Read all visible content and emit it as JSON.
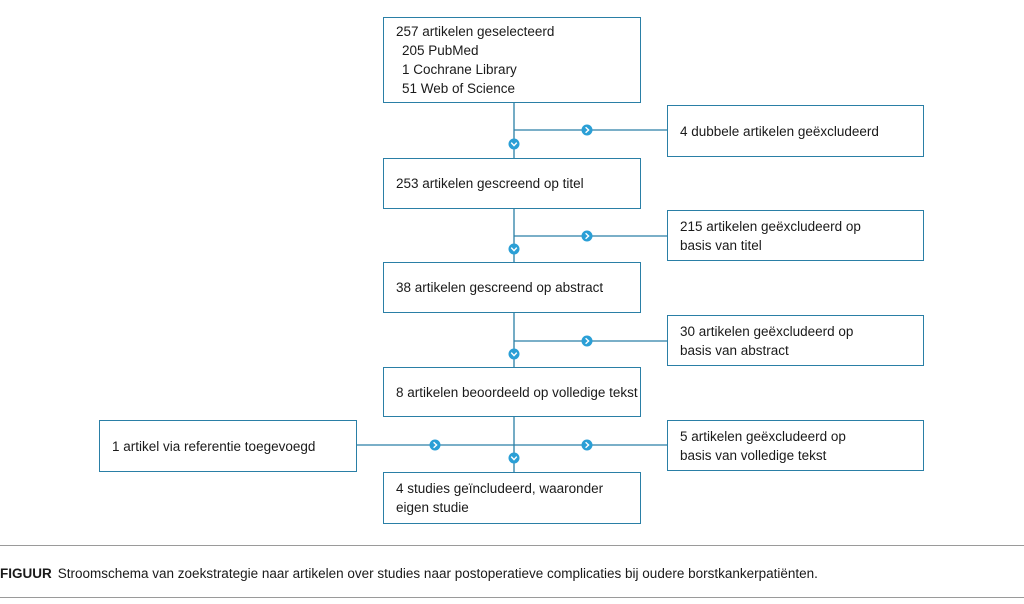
{
  "flowchart": {
    "boxes": {
      "selected": {
        "title": "257 artikelen geselecteerd",
        "sources": [
          "205 PubMed",
          "1 Cochrane Library",
          "51 Web of Science"
        ]
      },
      "duplicates": {
        "lines": [
          "4 dubbele artikelen geëxcludeerd"
        ]
      },
      "title_screen": {
        "lines": [
          "253 artikelen gescreend op titel"
        ]
      },
      "title_excluded": {
        "lines": [
          "215 artikelen geëxcludeerd op",
          "basis van titel"
        ]
      },
      "abstract_screen": {
        "lines": [
          "38 artikelen gescreend op abstract"
        ]
      },
      "abstract_excluded": {
        "lines": [
          "30 artikelen geëxcludeerd op",
          "basis van abstract"
        ]
      },
      "fulltext": {
        "lines": [
          "8 artikelen beoordeeld op volledige tekst"
        ]
      },
      "reference_added": {
        "lines": [
          "1 artikel via referentie toegevoegd"
        ]
      },
      "fulltext_excluded": {
        "lines": [
          "5 artikelen geëxcludeerd op",
          "basis van volledige tekst"
        ]
      },
      "included": {
        "lines": [
          "4 studies geïncludeerd, waaronder",
          "eigen studie"
        ]
      }
    },
    "colors": {
      "accent": "#2a9fd6",
      "border": "#2a7fa6"
    }
  },
  "caption": {
    "label": "FIGUUR",
    "text": "Stroomschema van zoekstrategie naar artikelen over studies naar postoperatieve complicaties bij oudere borstkankerpatiënten."
  }
}
